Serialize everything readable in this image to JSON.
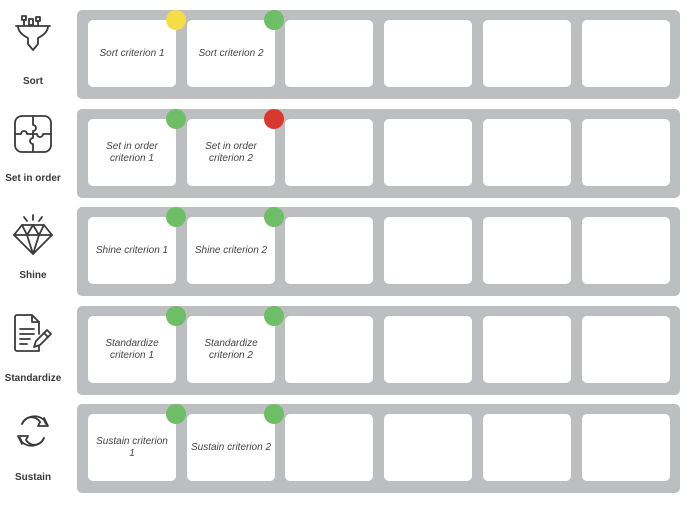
{
  "colors": {
    "band": "#bdbec0",
    "card": "#ffffff",
    "status_yellow": "#f5dd45",
    "status_green": "#6dbe66",
    "status_red": "#d8382e",
    "icon_stroke": "#3a3a3a"
  },
  "stages": [
    {
      "label": "Sort",
      "icon": "funnel-icon",
      "criteria": [
        {
          "text": "Sort criterion 1",
          "status": "yellow"
        },
        {
          "text": "Sort criterion 2",
          "status": "green"
        },
        {
          "text": "",
          "status": null
        },
        {
          "text": "",
          "status": null
        },
        {
          "text": "",
          "status": null
        },
        {
          "text": "",
          "status": null
        }
      ]
    },
    {
      "label": "Set in order",
      "icon": "puzzle-icon",
      "criteria": [
        {
          "text": "Set in order criterion 1",
          "status": "green"
        },
        {
          "text": "Set in order criterion 2",
          "status": "red"
        },
        {
          "text": "",
          "status": null
        },
        {
          "text": "",
          "status": null
        },
        {
          "text": "",
          "status": null
        },
        {
          "text": "",
          "status": null
        }
      ]
    },
    {
      "label": "Shine",
      "icon": "diamond-icon",
      "criteria": [
        {
          "text": "Shine criterion 1",
          "status": "green"
        },
        {
          "text": "Shine criterion 2",
          "status": "green"
        },
        {
          "text": "",
          "status": null
        },
        {
          "text": "",
          "status": null
        },
        {
          "text": "",
          "status": null
        },
        {
          "text": "",
          "status": null
        }
      ]
    },
    {
      "label": "Standardize",
      "icon": "document-pencil-icon",
      "criteria": [
        {
          "text": "Standardize criterion 1",
          "status": "green"
        },
        {
          "text": "Standardize criterion 2",
          "status": "green"
        },
        {
          "text": "",
          "status": null
        },
        {
          "text": "",
          "status": null
        },
        {
          "text": "",
          "status": null
        },
        {
          "text": "",
          "status": null
        }
      ]
    },
    {
      "label": "Sustain",
      "icon": "cycle-arrows-icon",
      "criteria": [
        {
          "text": "Sustain criterion 1",
          "status": "green"
        },
        {
          "text": "Sustain criterion 2",
          "status": "green"
        },
        {
          "text": "",
          "status": null
        },
        {
          "text": "",
          "status": null
        },
        {
          "text": "",
          "status": null
        },
        {
          "text": "",
          "status": null
        }
      ]
    }
  ]
}
